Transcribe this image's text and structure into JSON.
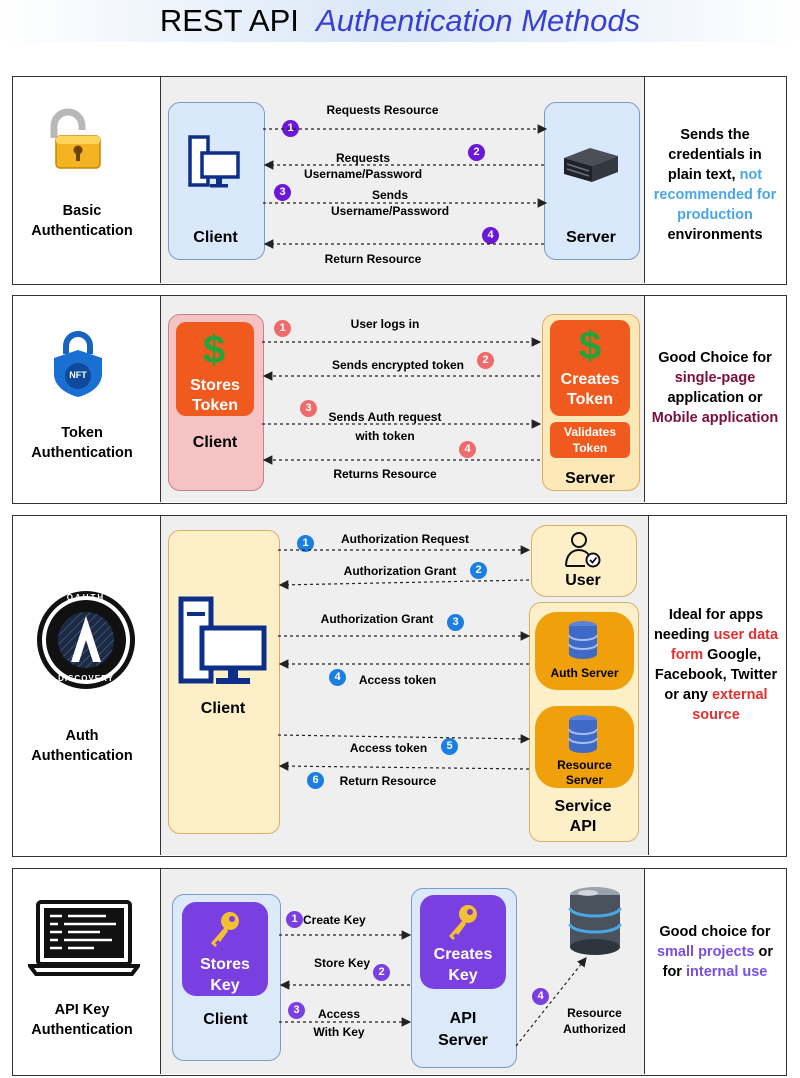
{
  "title": {
    "part1": "REST API",
    "part2": "Authentication Methods"
  },
  "basic": {
    "label": "Basic\nAuthentication",
    "client": "Client",
    "server": "Server",
    "steps": [
      {
        "num": "1",
        "text": "Requests Resource"
      },
      {
        "num": "2",
        "text": "Requests\nUsername/Password"
      },
      {
        "num": "3",
        "text": "Sends\nUsername/Password"
      },
      {
        "num": "4",
        "text": "Return Resource"
      }
    ],
    "desc": {
      "a": "Sends the credentials in plain text, ",
      "b": "not recommended for production",
      "c": " environments"
    }
  },
  "token": {
    "label": "Token\nAuthentication",
    "nft": "NFT",
    "client_box": "Stores\nToken",
    "client": "Client",
    "server_box1": "Creates\nToken",
    "server_box2": "Validates\nToken",
    "server": "Server",
    "steps": [
      {
        "num": "1",
        "text": "User logs in"
      },
      {
        "num": "2",
        "text": "Sends encrypted token"
      },
      {
        "num": "3",
        "text": "Sends Auth request\nwith token"
      },
      {
        "num": "4",
        "text": "Returns Resource"
      }
    ],
    "desc": {
      "a": "Good Choice for ",
      "b": "single-page",
      "c": " application or ",
      "d": "Mobile application"
    }
  },
  "oauth": {
    "label": "Auth\nAuthentication",
    "badge_top": "OAUTH",
    "badge_bottom": "DISCOVERY",
    "client": "Client",
    "user": "User",
    "auth_server": "Auth Server",
    "resource_server": "Resource\nServer",
    "service": "Service\nAPI",
    "steps": [
      {
        "num": "1",
        "text": "Authorization Request"
      },
      {
        "num": "2",
        "text": "Authorization Grant"
      },
      {
        "num": "3",
        "text": "Authorization Grant"
      },
      {
        "num": "4",
        "text": "Access token"
      },
      {
        "num": "5",
        "text": "Access token"
      },
      {
        "num": "6",
        "text": "Return Resource"
      }
    ],
    "desc": {
      "a": "Ideal for apps needing ",
      "b": "user data form",
      "c": " Google, Facebook, Twitter or any ",
      "d": "external source"
    }
  },
  "apikey": {
    "label": "API Key\nAuthentication",
    "client_box": "Stores\nKey",
    "client": "Client",
    "server_box": "Creates\nKey",
    "server": "API\nServer",
    "resource": "Resource\nAuthorized",
    "steps": [
      {
        "num": "1",
        "text": "Create Key"
      },
      {
        "num": "2",
        "text": "Store Key"
      },
      {
        "num": "3",
        "text": "Access\nWith Key"
      },
      {
        "num": "4",
        "text": ""
      }
    ],
    "desc": {
      "a": "Good choice for ",
      "b": "small projects",
      "c": " or for ",
      "d": "internal use"
    }
  },
  "colors": {
    "purple": "#6b17d8",
    "red": "#ef6b6b",
    "blue": "#1a7fe0",
    "orange": "#f05a1e",
    "gold": "#f0a00a",
    "keypurple": "#7a3fe0"
  }
}
